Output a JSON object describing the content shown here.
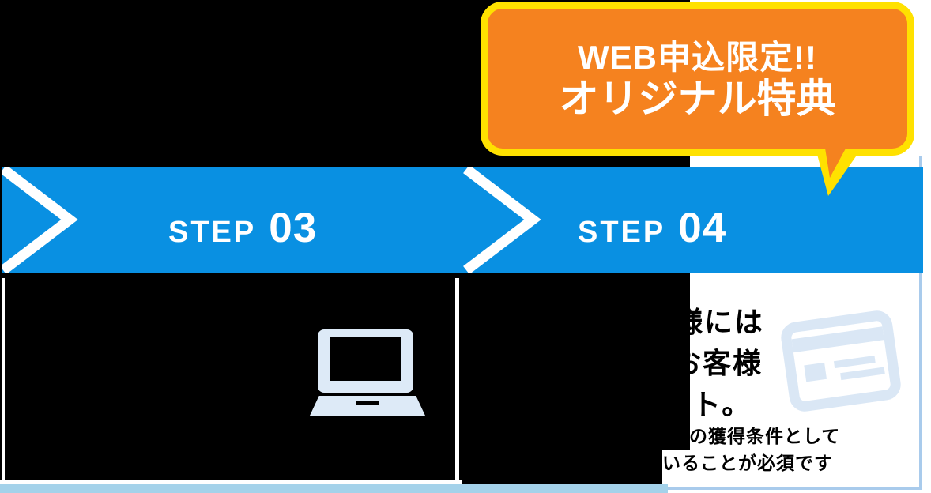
{
  "bubble": {
    "line1": "WEB申込限定!!",
    "line2": "オリジナル特典",
    "fill_color": "#F5821F",
    "border_color": "#FFE100",
    "text_color": "#FFFFFF"
  },
  "steps": [
    {
      "label": "STEP",
      "number": "03"
    },
    {
      "label": "STEP",
      "number": "04"
    }
  ],
  "band": {
    "color": "#0990E2",
    "chevron_color": "#FFFFFF"
  },
  "panel": {
    "large_lines": [
      "様には",
      "お客様",
      "ト。"
    ],
    "small_lines": [
      "の獲得条件として",
      "いることが必須です"
    ],
    "text_color": "#000000",
    "background": "#FFFFFF",
    "border_color": "#A9CBEC"
  },
  "footer": {
    "strip_color": "#A4D2EA"
  },
  "icons": {
    "laptop": "laptop-icon",
    "credit_card": "credit-card-icon",
    "chevron": "chevron-right-icon",
    "tint_color": "#DAE7F5"
  }
}
